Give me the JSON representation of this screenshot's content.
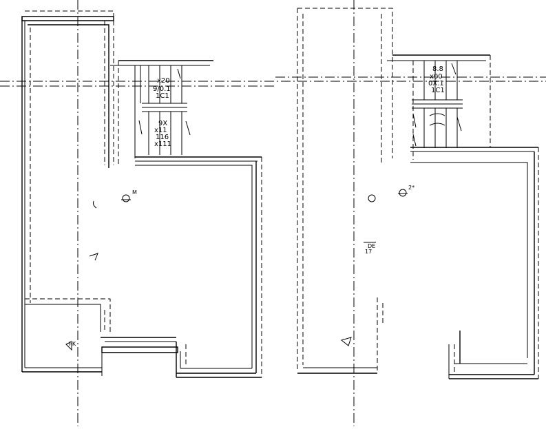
{
  "drawing": {
    "background": "#ffffff",
    "line_color": "#000000",
    "left_plan": {
      "stair_upper_labels": [
        "x20",
        "9/0.1",
        "1C1"
      ],
      "stair_lower_labels": [
        "9X",
        "x11",
        "116",
        "x111"
      ],
      "tags": [
        "M",
        "PK"
      ]
    },
    "right_plan": {
      "stair_upper_labels": [
        "8.8",
        "x00",
        "0X.1",
        "1C1"
      ],
      "tags": [
        "2*",
        "DE",
        "17"
      ]
    }
  }
}
